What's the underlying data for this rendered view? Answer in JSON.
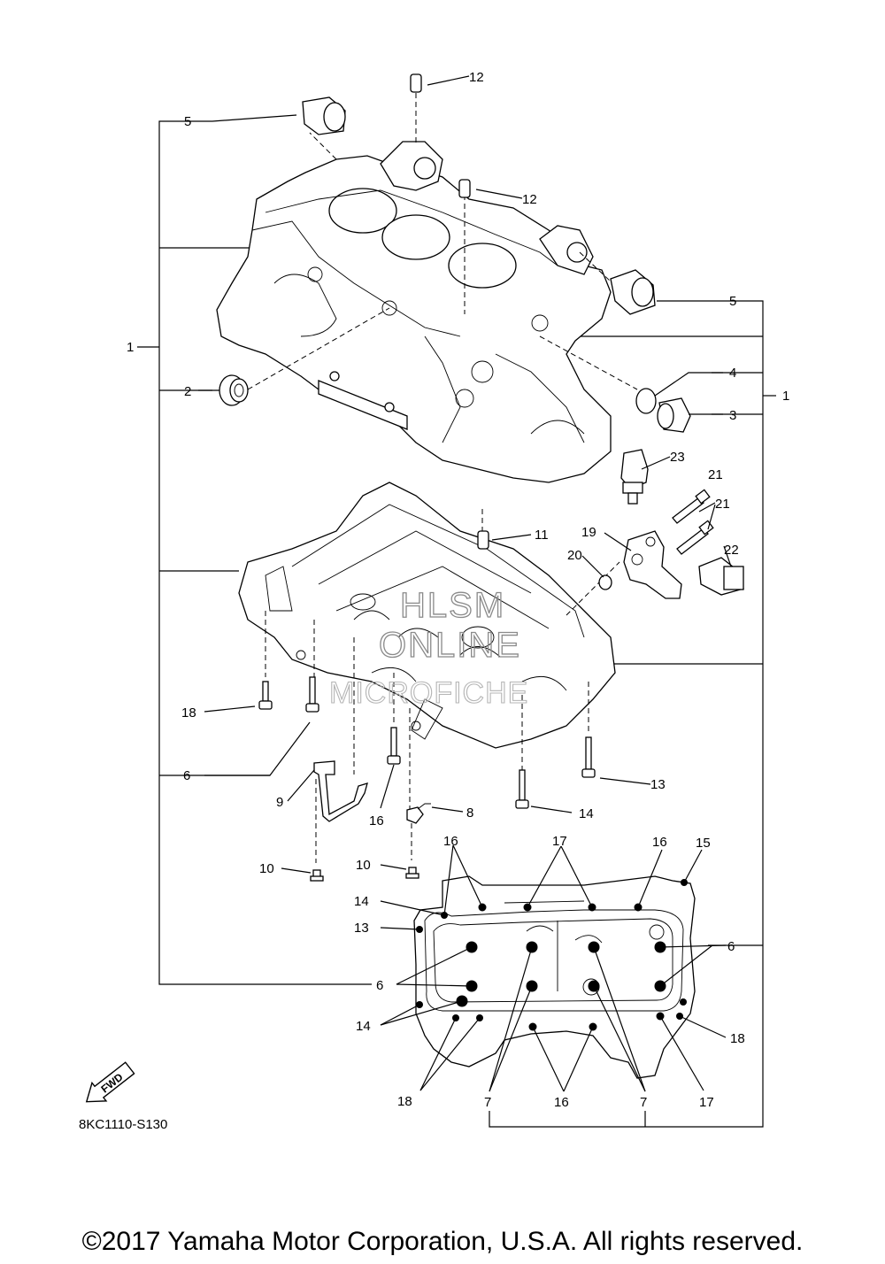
{
  "diagram": {
    "code": "8KC1110-S130",
    "fwd_label": "FWD",
    "watermark": [
      "HLSM",
      "ONLINE",
      "MICROFICHE"
    ],
    "callouts": {
      "c1a": "1",
      "c1b": "1",
      "c2": "2",
      "c3": "3",
      "c4": "4",
      "c5a": "5",
      "c5b": "5",
      "c6a": "6",
      "c6b": "6",
      "c6c": "6",
      "c7a": "7",
      "c7b": "7",
      "c8": "8",
      "c9": "9",
      "c10a": "10",
      "c10b": "10",
      "c11": "11",
      "c12a": "12",
      "c12b": "12",
      "c13a": "13",
      "c13b": "13",
      "c14a": "14",
      "c14b": "14",
      "c14c": "14",
      "c15": "15",
      "c16a": "16",
      "c16b": "16",
      "c16c": "16",
      "c16d": "16",
      "c17a": "17",
      "c17b": "17",
      "c18a": "18",
      "c18b": "18",
      "c18c": "18",
      "c19": "19",
      "c20": "20",
      "c21a": "21",
      "c21b": "21",
      "c22": "22",
      "c23": "23"
    }
  },
  "footer": {
    "copyright": "©2017 Yamaha Motor Corporation, U.S.A. All rights reserved."
  }
}
